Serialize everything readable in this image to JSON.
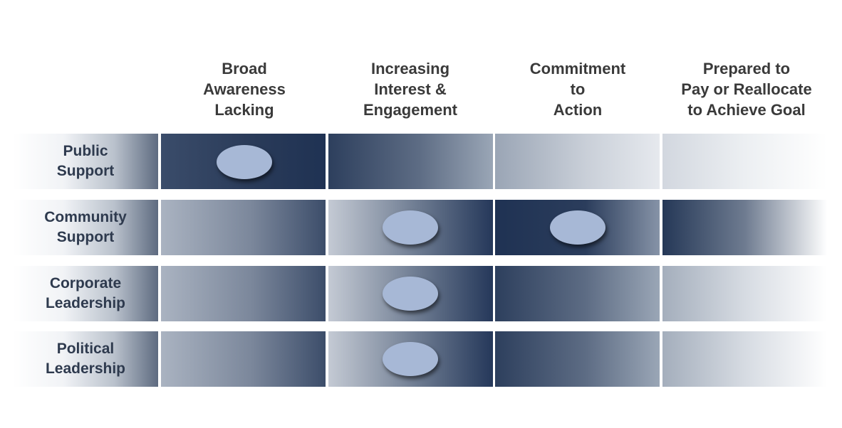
{
  "columns": [
    {
      "label": "Broad\nAwareness\nLacking"
    },
    {
      "label": "Increasing\nInterest &\nEngagement"
    },
    {
      "label": "Commitment\nto\nAction"
    },
    {
      "label": "Prepared to\nPay or Reallocate\nto Achieve Goal"
    }
  ],
  "rows": [
    {
      "label": "Public\nSupport",
      "marked_stages": [
        "Broad Awareness Lacking"
      ]
    },
    {
      "label": "Community\nSupport",
      "marked_stages": [
        "Increasing Interest & Engagement",
        "Commitment to Action"
      ]
    },
    {
      "label": "Corporate\nLeadership",
      "marked_stages": [
        "Increasing Interest & Engagement"
      ]
    },
    {
      "label": "Political\nLeadership",
      "marked_stages": [
        "Increasing Interest & Engagement"
      ]
    }
  ],
  "colors": {
    "dark_navy": "#1f3253",
    "marker_fill": "#a7b8d6",
    "label_text": "#2e3a4e"
  }
}
